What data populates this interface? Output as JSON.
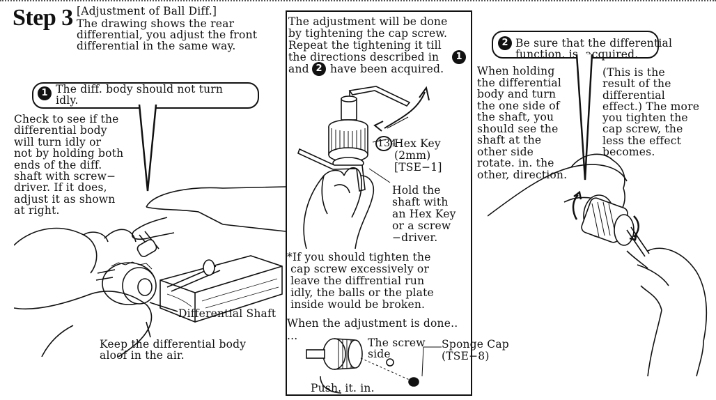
{
  "step": {
    "label": "Step 3",
    "heading": "[Adjustment of Ball Diff.]",
    "intro": "The drawing shows the rear\ndifferential, you adjust the front\ndifferential in the same way."
  },
  "left": {
    "callout_number": "1",
    "callout_text": "The diff. body should not turn\nidly.",
    "body": "Check to see if the\ndifferential body\nwill turn idly or\nnot by holding both\nends of the diff.\nshaft with screw−\ndriver. If it does,\nadjust it as shown\nat right.",
    "label_shaft": "Differential Shaft",
    "caption": "Keep the differential body\naloof in the air."
  },
  "center": {
    "intro_lines": [
      "The adjustment will be done",
      "by tightening the cap screw.",
      "Repeat the tightening it till",
      "the directions described in",
      "and",
      "have been acquired."
    ],
    "ref_1": "1",
    "ref_2": "2",
    "part_no": "134",
    "hex_key": "Hex Key\n(2mm)\n[TSE−1]",
    "hold": "Hold the\nshaft with\nan Hex Key\nor a screw\n−driver.",
    "warning": "*If you should tighten the\n cap screw excessively or\n leave the diffrential run\n idly, the balls or the plate\n inside would be broken.",
    "done": "When the adjustment is done..",
    "ellipsis": "...",
    "screw_side": "The screw\nside",
    "sponge_cap": "Sponge Cap\n(TSE−8)",
    "push_in": "Push. it. in."
  },
  "right": {
    "callout_number": "2",
    "callout_text": "Be sure that the differential\nfunction. is, acquired.",
    "body_left": "When holding\nthe differential\nbody and turn\nthe one side of\nthe shaft, you\nshould see the\nshaft at the\nother side\nrotate. in. the\nother, direction.",
    "body_right": "(This is the\nresult of the\ndifferential\neffect.) The more\nyou tighten the\ncap screw, the\nless the effect\nbecomes."
  }
}
